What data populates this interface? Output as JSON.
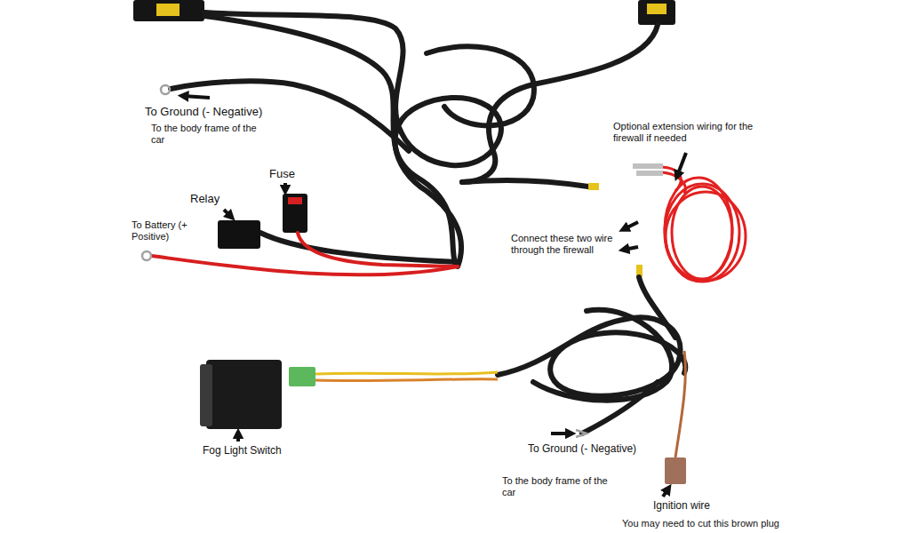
{
  "diagram": {
    "labels": [
      "To Ground (- Negative)",
      "To the body frame of the car",
      "Fuse",
      "Relay",
      "To Battery (+ Positive)",
      "Optional extension wiring for the firewall if needed",
      "Connect these two wire through the firewall",
      "Fog Light Switch",
      "To Ground (- Negative)",
      "To the body frame of the car",
      "Ignition wire",
      "You may need to cut this brown plug"
    ]
  }
}
